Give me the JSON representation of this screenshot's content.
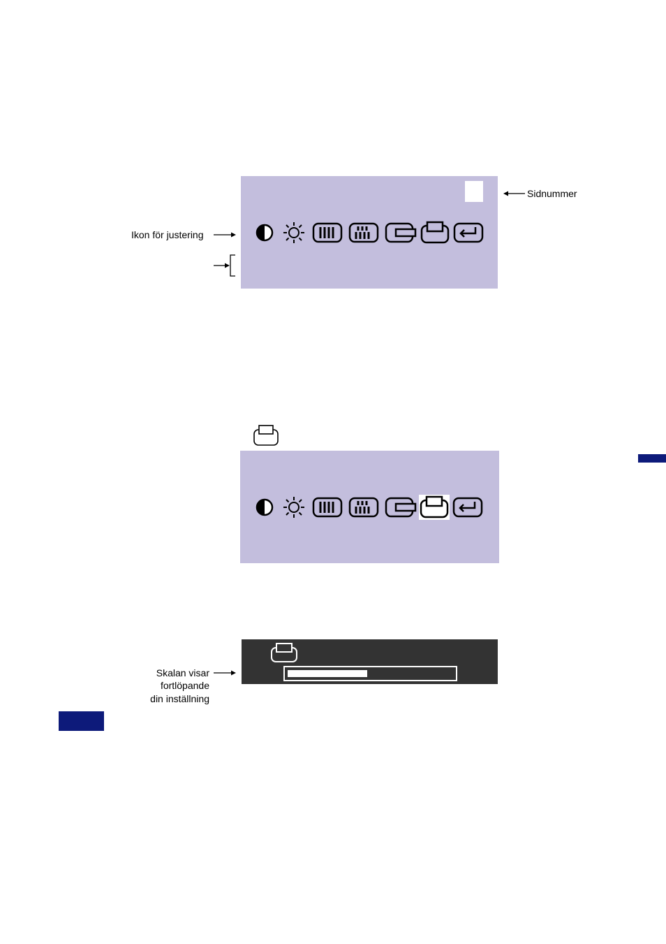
{
  "labels": {
    "page_number": "Sidnummer",
    "adjust_icon": "Ikon för justering",
    "scale_line1": "Skalan visar",
    "scale_line2": "fortlöpande",
    "scale_line3": "din inställning"
  },
  "menu_icons": [
    "contrast-icon",
    "brightness-icon",
    "h-size-icon",
    "v-size-icon",
    "h-position-icon",
    "v-position-icon",
    "exit-icon"
  ],
  "selected_icon": "v-position-icon",
  "progress": {
    "value": 0.48
  },
  "colors": {
    "panel": "#c3bedd",
    "osd": "#333333",
    "tab": "#0d1a7a"
  }
}
